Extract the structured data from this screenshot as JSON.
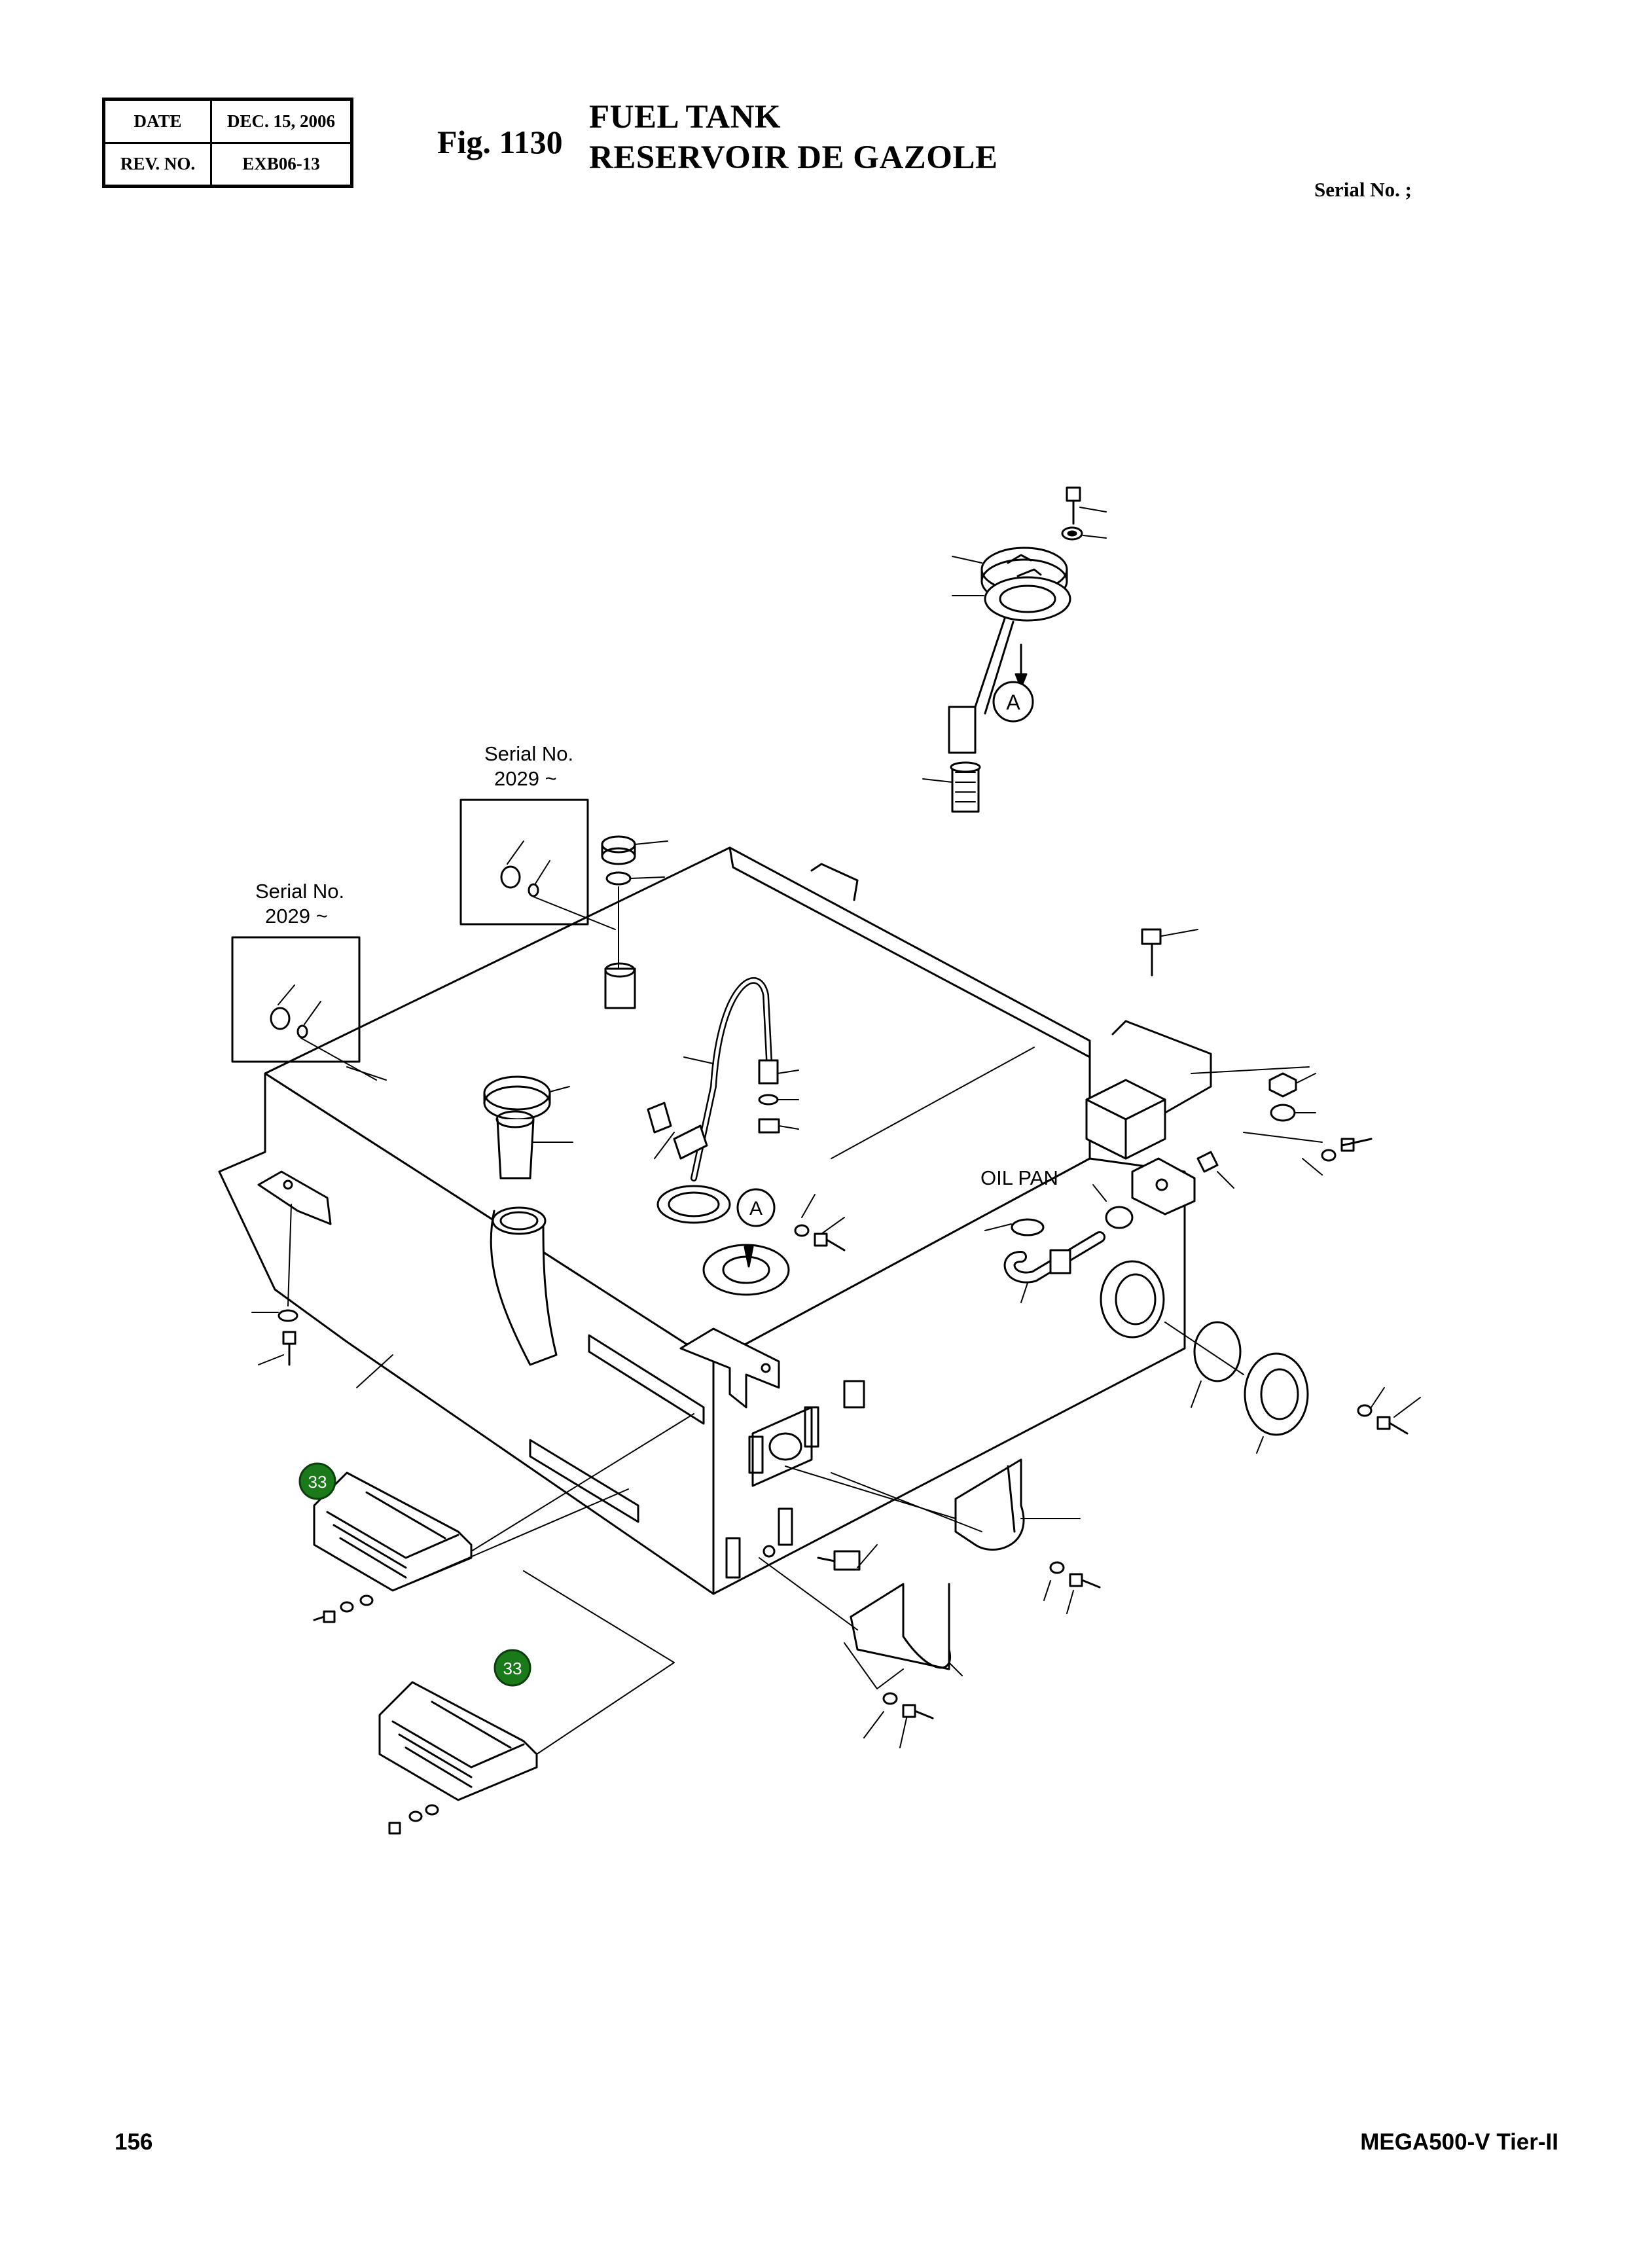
{
  "header": {
    "date_label": "DATE",
    "date_value": "DEC. 15, 2006",
    "rev_label": "REV. NO.",
    "rev_value": "EXB06-13",
    "figure_number": "Fig. 1130",
    "title_en": "FUEL TANK",
    "title_fr": "RESERVOIR DE GAZOLE",
    "serial": "Serial No. ;"
  },
  "diagram": {
    "serial_box_1": {
      "line1": "Serial No.",
      "line2": "2029 ~"
    },
    "serial_box_2": {
      "line1": "Serial No.",
      "line2": "2029 ~"
    },
    "detail_ref_top": "A",
    "detail_ref_tank": "A",
    "oil_pan_label": "OIL PAN",
    "callouts": [
      {
        "label": "33",
        "color": "#1a7a1a"
      },
      {
        "label": "33",
        "color": "#1a7a1a"
      }
    ]
  },
  "footer": {
    "page_number": "156",
    "model": "MEGA500-V Tier-II"
  }
}
